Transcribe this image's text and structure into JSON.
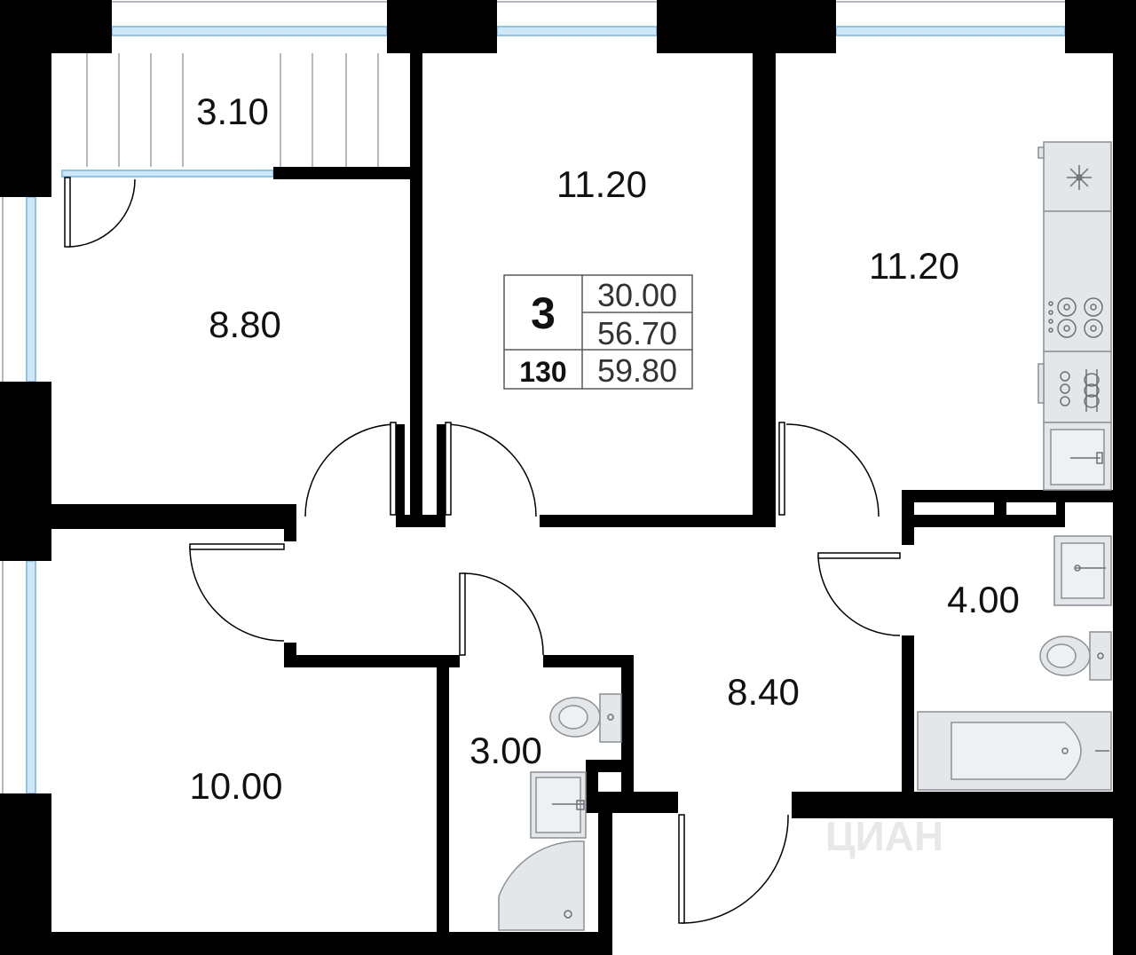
{
  "rooms": {
    "loggia": "3.10",
    "bedroom_top_left": "8.80",
    "bedroom_center": "11.20",
    "kitchen": "11.20",
    "bathroom": "4.00",
    "hallway": "8.40",
    "wc": "3.00",
    "bedroom_bottom_left": "10.00"
  },
  "info": {
    "rooms_count": "3",
    "living_area": "30.00",
    "total_area": "56.70",
    "apartment_number": "130",
    "total_with_loggia": "59.80"
  },
  "colors": {
    "wall": "#000000",
    "window": "#a9d1ee",
    "fixture_fill": "#e4e7ea",
    "fixture_stroke": "#8c9196"
  },
  "icons": {
    "fridge": "snowflake-icon"
  }
}
